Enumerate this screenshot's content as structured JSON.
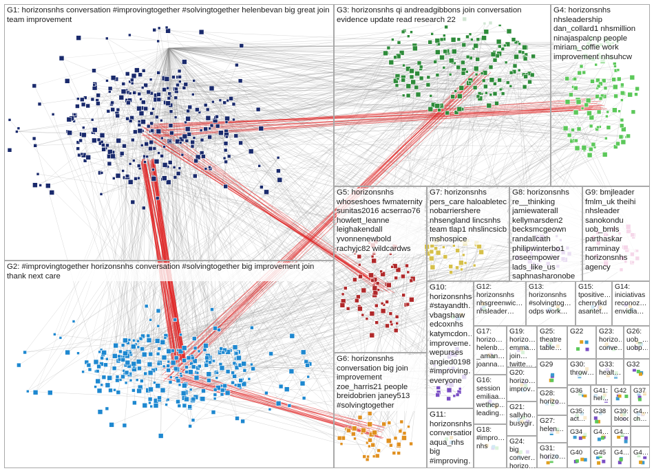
{
  "groups": [
    {
      "id": "g1",
      "text": "G1: horizonsnhs conversation #improvingtogether #solvingtogether helenbevan big great join team improvement"
    },
    {
      "id": "g2",
      "text": "G2: #improvingtogether horizonsnhs conversation #solvingtogether big improvement join thank next care"
    },
    {
      "id": "g3",
      "text": "G3: horizonsnhs qi andreadgibbons join conversation evidence update read research 22"
    },
    {
      "id": "g4",
      "text": "G4: horizonsnhs nhsleadership dan_collard1 nhsmillion ninajaspalcnp people miriam_coffie work improvement nhsuhcw"
    },
    {
      "id": "g5",
      "text": "G5: horizonsnhs whoseshoes fwmaternity sunitas2016 acserrao76 howlett_leanne leighakendall yvonnenewbold rachyjc82 wildcardws"
    },
    {
      "id": "g6",
      "text": "G6: horizonsnhs conversation big join improvement zoe_harris21 people breidobrien janey513 #solvingtogether"
    },
    {
      "id": "g7",
      "text": "G7: horizonsnhs pers_care haloabletec nobarriershere nhsengland lincsnhs team tlap1 nhslincsicb mshospice"
    },
    {
      "id": "g8",
      "text": "G8: horizonsnhs re__thinking jamiewaterall kellymarsden2 becksmcgeown randallcath philipwinterbo1 roseempower lads_like_us saphnasharonobe"
    },
    {
      "id": "g9",
      "text": "G9: bmjleader fmlm_uk theihi nhsleader sanokondu uob_bmls parthaskar ramminay horizonsnhs agency"
    },
    {
      "id": "g10",
      "text": "G10: horizonsnhs #stayandth… vbagshaw edcoxnhs katymcdon… improveme… wepurses angied0198 #improving… everyone"
    },
    {
      "id": "g11",
      "text": "G11: horizonsnhs conversation aqua_nhs big #improving…"
    },
    {
      "id": "g12",
      "text": "G12: horizonsnhs nhsgreenwic… nhsleader…"
    },
    {
      "id": "g13",
      "text": "G13: horizonsnhs #solvingtog… odps work…"
    },
    {
      "id": "g15",
      "text": "G15: tpositive… cherrylkd asantet…"
    },
    {
      "id": "g14",
      "text": "G14: iniciativas reconoz… envidia…"
    },
    {
      "id": "g17",
      "text": "G17: horizo… helenb… _aman… joanna…"
    },
    {
      "id": "g16",
      "text": "G16: session emiliaa… wethep… leading…"
    },
    {
      "id": "g18",
      "text": "G18: #impro… nhs"
    },
    {
      "id": "g19",
      "text": "G19: horizo… emma… join… twitte…"
    },
    {
      "id": "g20",
      "text": "G20: horizo… improv…"
    },
    {
      "id": "g21",
      "text": "G21: sallyho… busygir…"
    },
    {
      "id": "g24",
      "text": "G24: big conver… horizo…"
    },
    {
      "id": "g25",
      "text": "G25: theatre table…"
    },
    {
      "id": "g29",
      "text": "G29"
    },
    {
      "id": "g28",
      "text": "G28: horizo…"
    },
    {
      "id": "g27",
      "text": "G27: helen…"
    },
    {
      "id": "g31",
      "text": "G31: horizo…"
    },
    {
      "id": "g22",
      "text": "G22"
    },
    {
      "id": "g23",
      "text": "G23: horizo… conve…"
    },
    {
      "id": "g26",
      "text": "G26: uob_… uobp…"
    },
    {
      "id": "g30",
      "text": "G30: throw…"
    },
    {
      "id": "g33",
      "text": "G33: healt…"
    },
    {
      "id": "g32",
      "text": "G32"
    },
    {
      "id": "g36",
      "text": "G36"
    },
    {
      "id": "g41",
      "text": "G41: hel…"
    },
    {
      "id": "g42",
      "text": "G42"
    },
    {
      "id": "g37",
      "text": "G37"
    },
    {
      "id": "g35",
      "text": "G35: act…"
    },
    {
      "id": "g38",
      "text": "G38"
    },
    {
      "id": "g39",
      "text": "G39: blood"
    },
    {
      "id": "g40a",
      "text": "G4… ch…"
    },
    {
      "id": "g34",
      "text": "G34"
    },
    {
      "id": "g4x",
      "text": "G4…"
    },
    {
      "id": "g4y",
      "text": "G4…"
    },
    {
      "id": "g40",
      "text": "G40"
    },
    {
      "id": "g45",
      "text": "G45"
    },
    {
      "id": "g4z",
      "text": "G4…"
    },
    {
      "id": "g4w",
      "text": "G4…"
    }
  ],
  "colors": {
    "border": "#a8a8a8",
    "edge_gray": "#8a8a8a",
    "edge_red": "#e02020",
    "g1": "#1a2a6c",
    "g2": "#1e88d0",
    "g3": "#2e8b3a",
    "g4": "#5cc85a",
    "g5": "#b0282a",
    "g6": "#e09020",
    "g7": "#d6c04a",
    "g8": "#9a6bc4",
    "g9": "#d04a9a",
    "g10": "#7a4ec4",
    "g_small": "#6a9ad0"
  }
}
